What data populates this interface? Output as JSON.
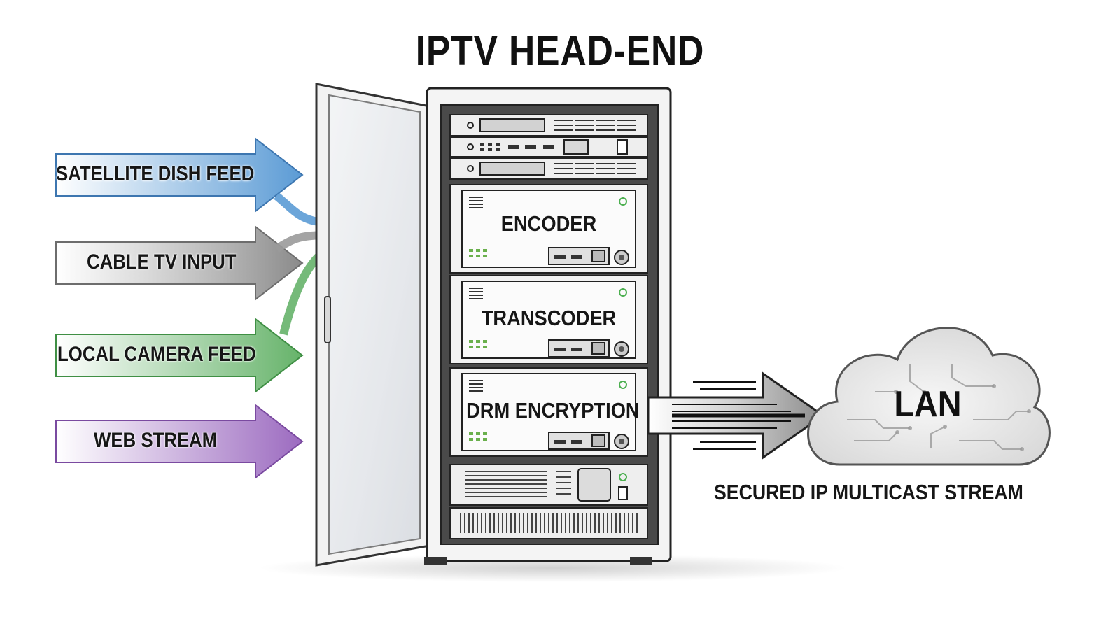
{
  "diagram": {
    "title": "IPTV HEAD-END",
    "inputs": [
      {
        "label": "SATELLITE DISH FEED",
        "color": "#5b9bd5"
      },
      {
        "label": "CABLE TV INPUT",
        "color": "#9a9a9a"
      },
      {
        "label": "LOCAL CAMERA FEED",
        "color": "#66b36a"
      },
      {
        "label": "WEB STREAM",
        "color": "#9c6bc0"
      }
    ],
    "rack_units": [
      {
        "label": "ENCODER"
      },
      {
        "label": "TRANSCODER"
      },
      {
        "label": "DRM ENCRYPTION"
      }
    ],
    "output": {
      "cloud_label": "LAN",
      "caption": "SECURED IP MULTICAST STREAM"
    },
    "colors": {
      "power_led": "#4caf50",
      "status_led": "#6ab04c"
    }
  }
}
